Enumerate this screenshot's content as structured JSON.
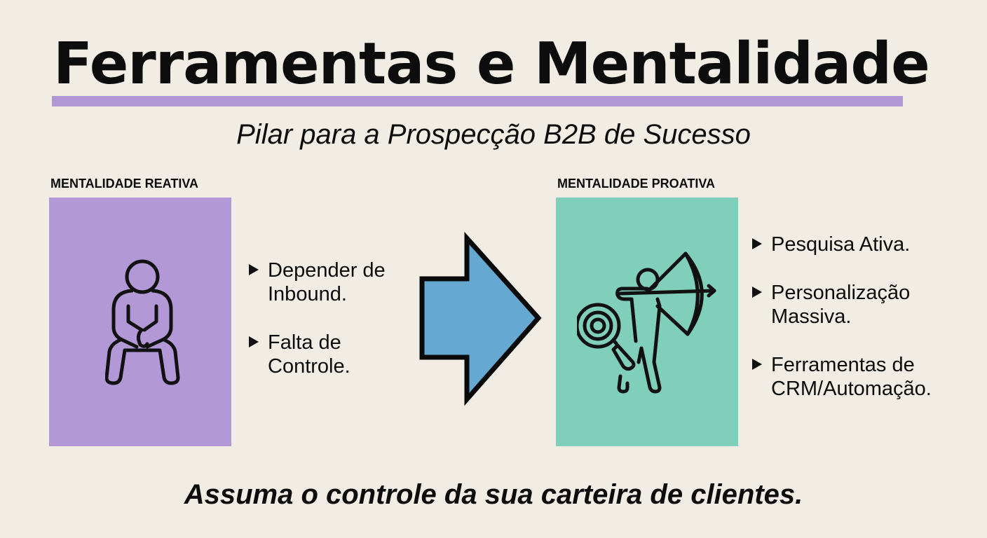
{
  "header": {
    "title": "Ferramentas e Mentalidade",
    "subtitle": "Pilar para a Prospecção B2B de Sucesso"
  },
  "colors": {
    "background": "#f1ece4",
    "accent_purple": "#b298d6",
    "accent_teal": "#80cfbb",
    "arrow_blue": "#65a9d2",
    "text": "#0d0d0d"
  },
  "reactive": {
    "label": "MENTALIDADE REATIVA",
    "icon": "sitting-person-icon",
    "bullets": [
      {
        "line1": "Depender de",
        "line2": "Inbound."
      },
      {
        "line1": "Falta de",
        "line2": "Controle."
      }
    ]
  },
  "transition": {
    "icon": "right-arrow-icon"
  },
  "proactive": {
    "label": "MENTALIDADE PROATIVA",
    "icon": "archer-target-magnifier-icon",
    "bullets": [
      {
        "line1": "Pesquisa Ativa.",
        "line2": ""
      },
      {
        "line1": "Personalização",
        "line2": "Massiva."
      },
      {
        "line1": "Ferramentas de",
        "line2": "CRM/Automação."
      }
    ]
  },
  "footer": {
    "tagline": "Assuma o controle da sua carteira de clientes."
  }
}
